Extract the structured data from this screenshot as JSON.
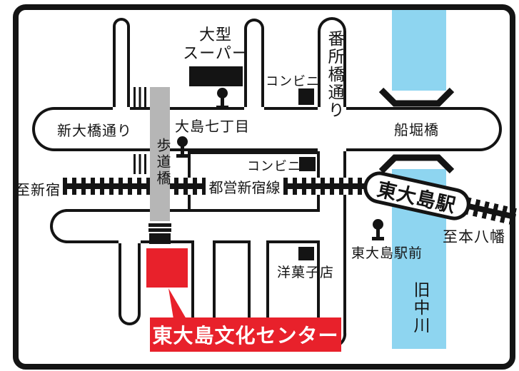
{
  "labels": {
    "to_shinjuku": "至新宿",
    "toei_shinjuku_line": "都営新宿線",
    "shin_ohashi_dori": "新大橋通り",
    "ojima_7chome": "大島七丁目",
    "pedestrian_bridge": "歩道橋",
    "bansho_bashi_dori": "番所橋通り",
    "supermarket_line1": "大型",
    "supermarket_line2": "スーパー",
    "convenience_store_top": "コンビニ",
    "convenience_store_mid": "コンビニ",
    "funabori_bridge": "船堀橋",
    "station": "東大島駅",
    "station_front_stop": "東大島駅前",
    "to_moto_yawata": "至本八幡",
    "pastry_shop": "洋菓子店",
    "kyu_nakagawa_river": "旧中川",
    "destination": "東大島文化センター"
  },
  "colors": {
    "line_black": "#141414",
    "river_blue": "#8ed5f0",
    "bridge_gray": "#b6b6b6",
    "accent_red": "#e8212b"
  }
}
